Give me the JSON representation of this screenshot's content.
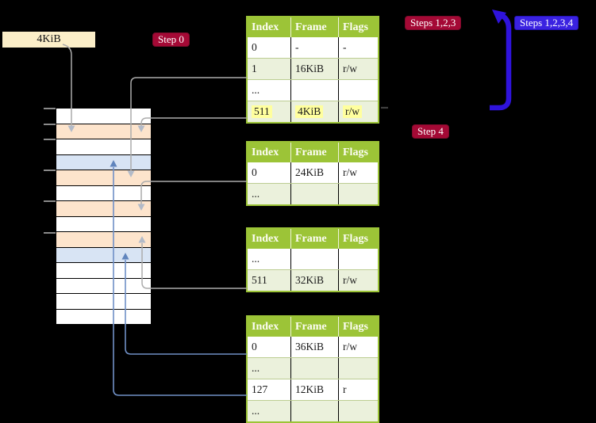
{
  "colors": {
    "header_green": "#9cc437",
    "row_green": "#ebf1dc",
    "crimson": "#a40935",
    "blue_badge": "#3a22e1",
    "big_arrow_blue": "#2f13dc",
    "thin_blue": "#7090c6",
    "gray_line": "#acacac",
    "orange": "#fde4cc",
    "light_blue": "#d8e4f4",
    "wheat": "#fbeec8",
    "highlight_yellow": "#ffff9e"
  },
  "frame_label": {
    "text": "4KiB"
  },
  "badges": {
    "step0": "Step 0",
    "steps123": "Steps 1,2,3",
    "steps1234": "Steps 1,2,3,4",
    "step4": "Step 4"
  },
  "tables": [
    {
      "name": "page-table-1",
      "columns": [
        "Index",
        "Frame",
        "Flags"
      ],
      "rows": [
        [
          "0",
          "-",
          "-"
        ],
        [
          "1",
          "16KiB",
          "r/w"
        ],
        [
          "...",
          "",
          ""
        ],
        [
          "511",
          "4KiB",
          "r/w"
        ]
      ],
      "highlight_row": 3
    },
    {
      "name": "page-table-2",
      "columns": [
        "Index",
        "Frame",
        "Flags"
      ],
      "rows": [
        [
          "0",
          "24KiB",
          "r/w"
        ],
        [
          "...",
          "",
          ""
        ]
      ],
      "highlight_row": null
    },
    {
      "name": "page-table-3",
      "columns": [
        "Index",
        "Frame",
        "Flags"
      ],
      "rows": [
        [
          "...",
          "",
          ""
        ],
        [
          "511",
          "32KiB",
          "r/w"
        ]
      ],
      "highlight_row": null
    },
    {
      "name": "page-table-4",
      "columns": [
        "Index",
        "Frame",
        "Flags"
      ],
      "rows": [
        [
          "0",
          "36KiB",
          "r/w"
        ],
        [
          "...",
          "",
          ""
        ],
        [
          "127",
          "12KiB",
          "r"
        ],
        [
          "...",
          "",
          ""
        ]
      ],
      "highlight_row": null
    }
  ],
  "memory_strip": {
    "row_colors": [
      "white",
      "orange",
      "white",
      "blue",
      "orange",
      "white",
      "orange",
      "white",
      "orange",
      "blue",
      "white",
      "white",
      "white",
      "white"
    ],
    "ticks_y": [
      136,
      156,
      175,
      214,
      253,
      293
    ]
  }
}
